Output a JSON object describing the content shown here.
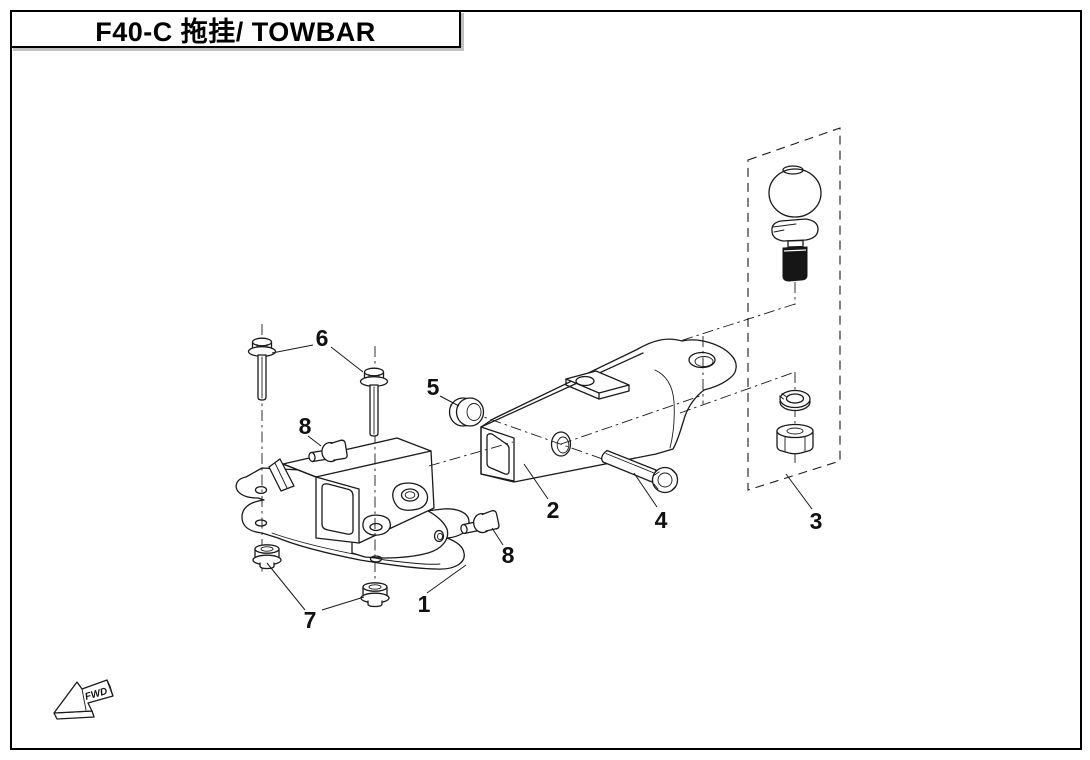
{
  "header": {
    "title": "F40-C 拖挂/ TOWBAR"
  },
  "diagram": {
    "fwd_label": "FWD",
    "callouts": {
      "c1": "1",
      "c2": "2",
      "c3": "3",
      "c4": "4",
      "c5": "5",
      "c6": "6",
      "c7": "7",
      "c8": "8"
    }
  },
  "colors": {
    "line": "#1a1a1a",
    "paper": "#ffffff",
    "thread_fill": "#161616"
  }
}
